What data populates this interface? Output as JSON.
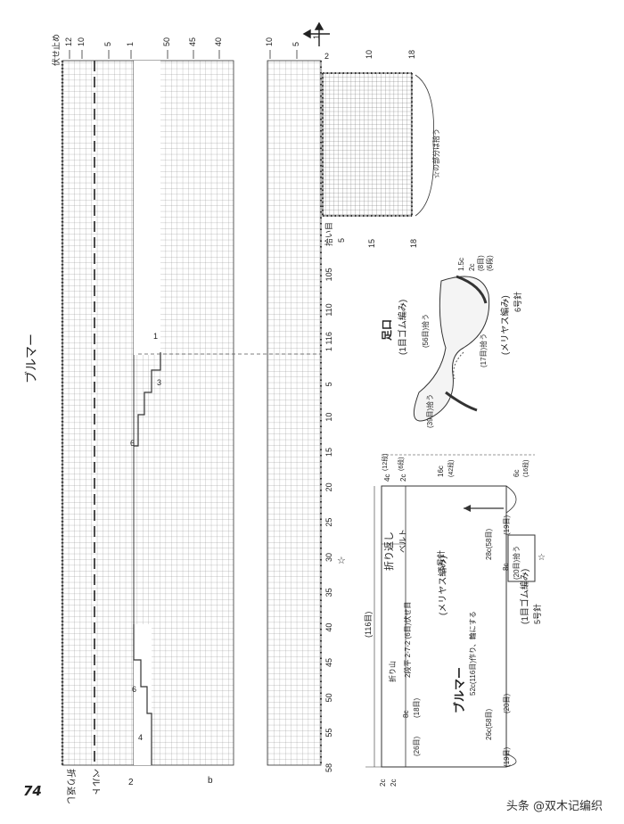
{
  "page": {
    "number": "74",
    "watermark": "头条 @双木记编织"
  },
  "title": "ブルマー",
  "chart": {
    "top_labels": [
      "伏せ止め",
      "12",
      "10",
      "5",
      "1",
      "50",
      "45",
      "40",
      "10",
      "5",
      "1",
      "2"
    ],
    "right_labels": [
      "10",
      "18",
      "15",
      "18",
      "5"
    ],
    "row_numbers": [
      "拾い目",
      "105",
      "110",
      "1 116",
      "5",
      "10",
      "15",
      "20",
      "25",
      "30",
      "35",
      "40",
      "45",
      "50",
      "55",
      "58"
    ],
    "left_vertical_labels": [
      "折り返し",
      "ベルト"
    ],
    "annotations": {
      "left_2": "2",
      "bottom_2": "2",
      "step_4": "4",
      "step_6": "6",
      "step_3": "3",
      "step_6b": "6",
      "one_marker": "1",
      "bottom_b": "b",
      "gusset_note": "☆の部分は拾う",
      "gusset_star": "☆",
      "star_mark": "☆"
    }
  },
  "foot_diagram": {
    "title": "足口",
    "subtitle": "(1目ゴム編み)",
    "stitch": "(メリヤス編み)",
    "needle": "6号針",
    "labels": [
      "(56目)拾う",
      "(39目)拾う",
      "(17目)拾う",
      "1.5c",
      "2c",
      "(8目)",
      "(6段)"
    ]
  },
  "body_diagram": {
    "title": "ブルマー",
    "stitch_note": "(メリヤス編み)",
    "needle": "6号針",
    "rib_note": "(1目ゴム編み)",
    "rib_needle": "5号針",
    "fold_label": "折り返し",
    "belt_label": "ベルト",
    "fold_line": "折り山",
    "top_measures": [
      "4c",
      "2c",
      "(12段)",
      "(6段)",
      "16c",
      "(42段)",
      "6c",
      "(16段)"
    ],
    "count_116": "(116目)",
    "center_measure": "52c(116目)作り、輪にする",
    "side_measures": [
      "28c(58目)",
      "26c(58目)",
      "(19目)",
      "(20目)",
      "8c",
      "(18目)",
      "(26目)",
      "(19目)"
    ],
    "decrease_note": "2段平 2-7-2 (6目)伏せ目",
    "gusset_measures": [
      "8c",
      "(20目)拾う"
    ],
    "star": "☆",
    "bottom_left": [
      "2c",
      "2c"
    ]
  }
}
